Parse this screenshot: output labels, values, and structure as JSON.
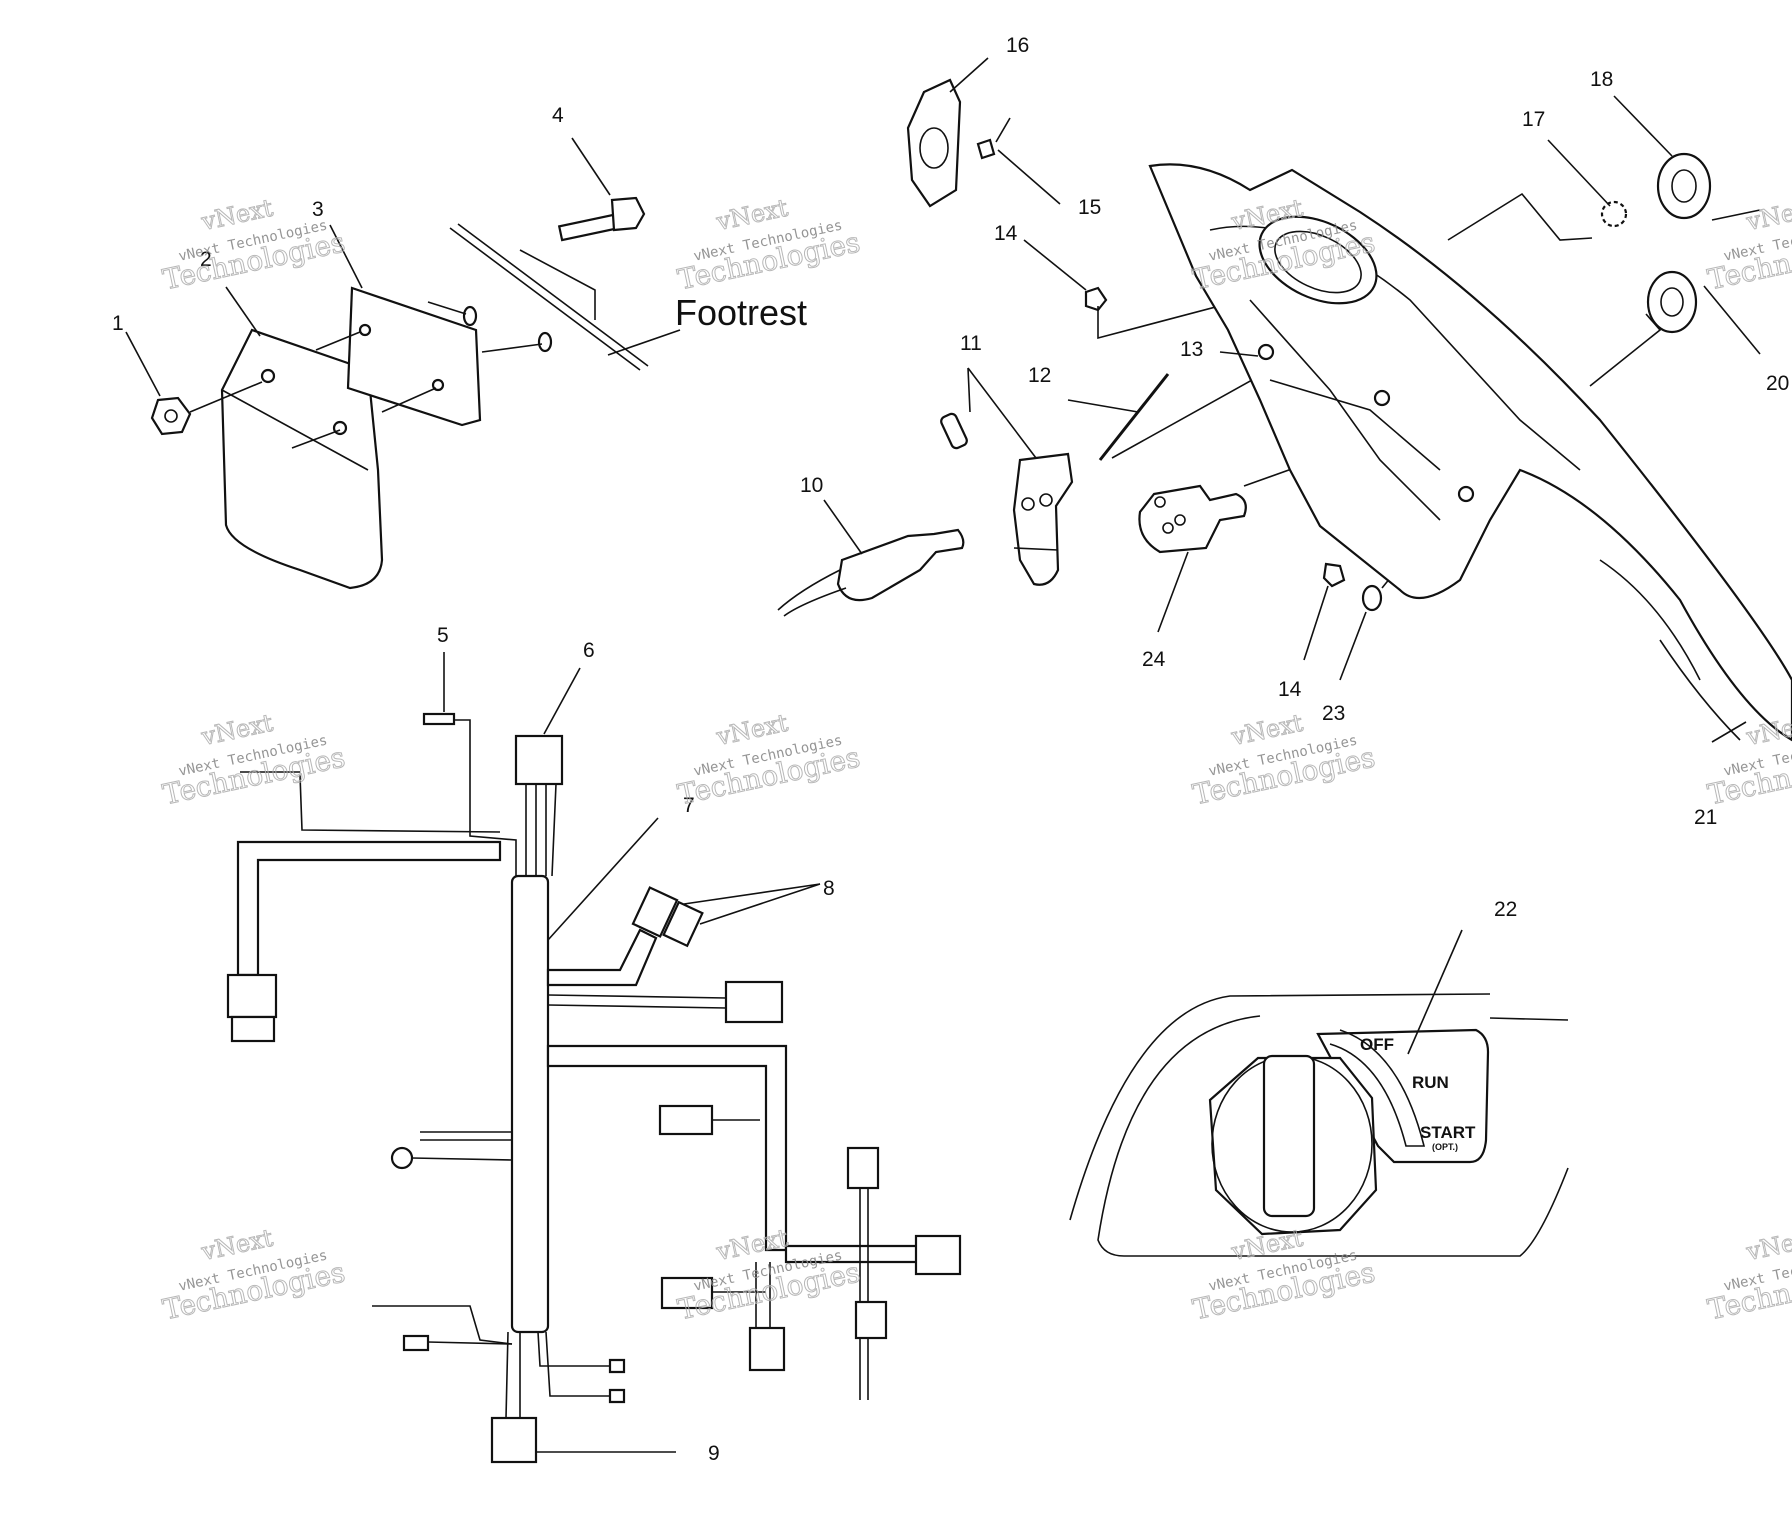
{
  "callouts": {
    "c1": "1",
    "c2": "2",
    "c3": "3",
    "c4": "4",
    "c5": "5",
    "c6": "6",
    "c7": "7",
    "c8": "8",
    "c9": "9",
    "c10": "10",
    "c11": "11",
    "c12": "12",
    "c13": "13",
    "c14a": "14",
    "c14b": "14",
    "c15": "15",
    "c16": "16",
    "c17": "17",
    "c18": "18",
    "c20": "20",
    "c21": "21",
    "c22": "22",
    "c23": "23",
    "c24": "24"
  },
  "labels": {
    "footrest": "Footrest"
  },
  "switch": {
    "off": "OFF",
    "run": "RUN",
    "start": "START",
    "opt": "(OPT.)"
  },
  "watermark": {
    "line1": "vNext",
    "line2": "vNext Technologies",
    "line3": "Technologies"
  },
  "colors": {
    "ink": "#111111",
    "watermark": "#b0b0b0"
  }
}
